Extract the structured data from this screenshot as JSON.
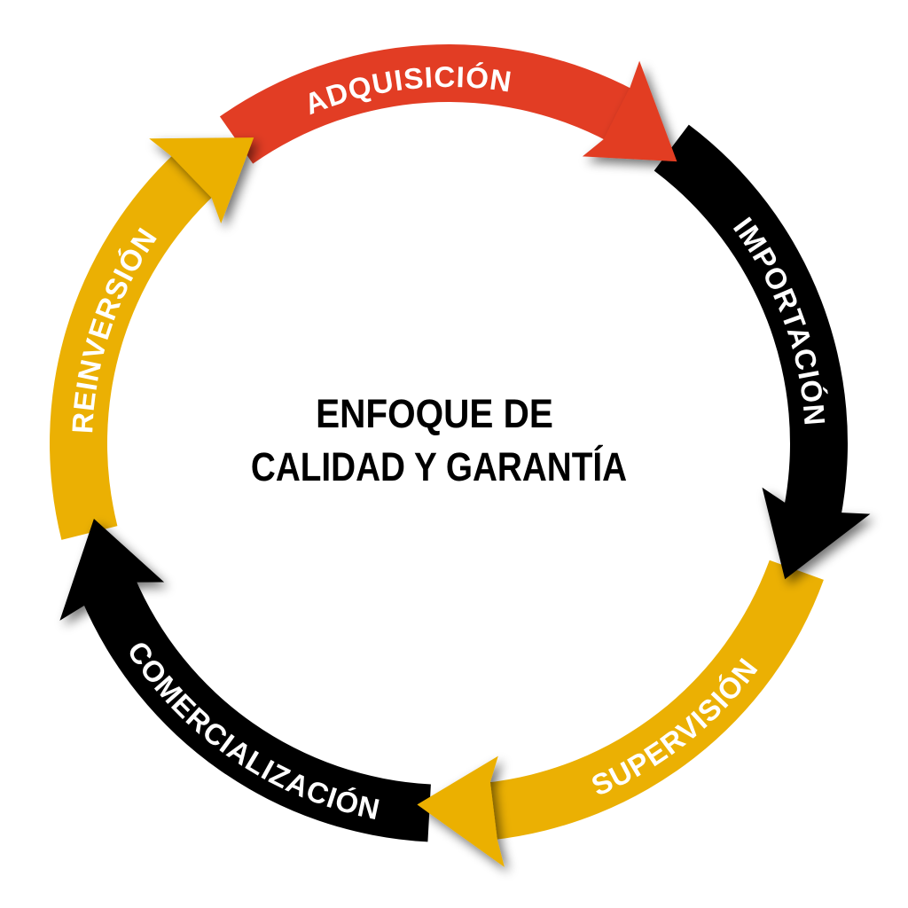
{
  "title": {
    "line1": "ENFOQUE DE",
    "line2": "CALIDAD Y GARANTÍA"
  },
  "cycle_direction": "clockwise",
  "stages": [
    {
      "id": "adquisicion",
      "label": "ADQUISICIÓN",
      "color": "#E23D24"
    },
    {
      "id": "importacion",
      "label": "IMPORTACIÓN",
      "color": "#000000"
    },
    {
      "id": "supervision",
      "label": "SUPERVISIÓN",
      "color": "#EBB003"
    },
    {
      "id": "comercializacion",
      "label": "COMERCIALIZACIÓN",
      "color": "#000000"
    },
    {
      "id": "reinversion",
      "label": "REINVERSIÓN",
      "color": "#EBB003"
    }
  ],
  "label_color": "#FFFFFF",
  "title_color": "#000000"
}
